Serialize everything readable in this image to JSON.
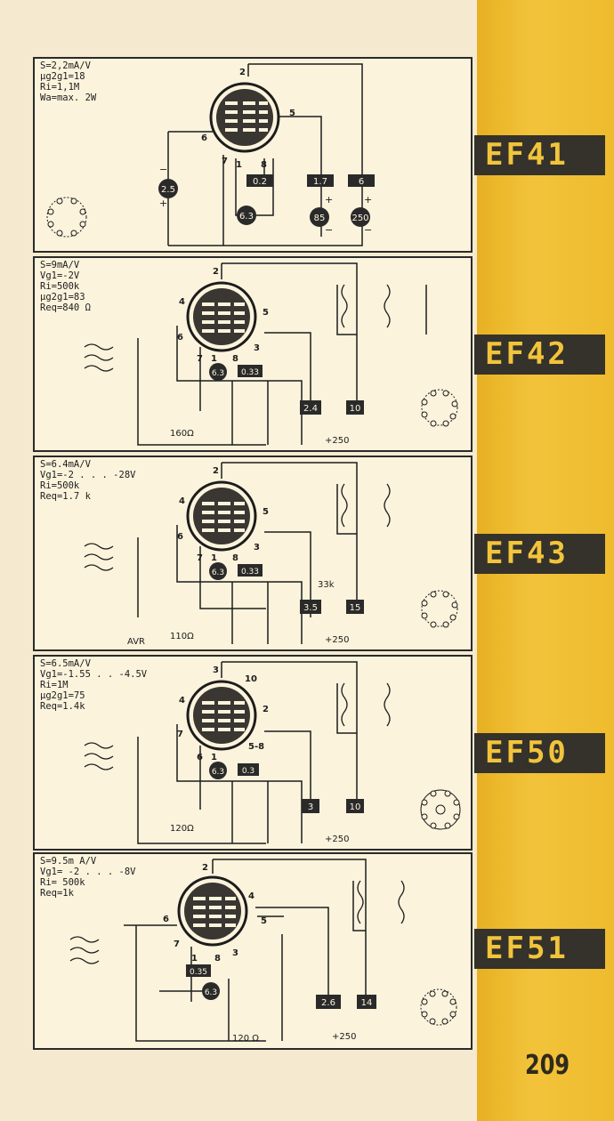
{
  "page_number": "209",
  "tubes": [
    {
      "type": "EF41",
      "specs": [
        "S=2,2mA/V",
        "μg2g1=18",
        "Ri=1,1M",
        "Wa=max. 2W"
      ],
      "pins": {
        "anode": "2",
        "g2": "5",
        "g1": "6",
        "k": "7",
        "f1": "1",
        "f2": "8"
      },
      "voltage_boxes": [
        "0.2",
        "1.7",
        "6"
      ],
      "circle_voltages": [
        "2.5",
        "6.3",
        "85",
        "250"
      ]
    },
    {
      "type": "EF42",
      "specs": [
        "S=9mA/V",
        "Vg1=-2V",
        "Ri=500k",
        "μg2g1=83",
        "Req=840 Ω"
      ],
      "pins": {
        "anode": "2",
        "g1": "4",
        "g2": "5",
        "k": "6",
        "f1": "7",
        "f2": "1",
        "g3": "8",
        "s": "3"
      },
      "heater": "6.3",
      "small_box": "0.33",
      "resistor": "160Ω",
      "voltage_boxes": [
        "2.4",
        "10"
      ],
      "supply": "+250"
    },
    {
      "type": "EF43",
      "specs": [
        "S=6.4mA/V",
        "Vg1=-2 . . . -28V",
        "Ri=500k",
        "Req=1.7 k"
      ],
      "pins": {
        "anode": "2",
        "g1": "4",
        "g2": "5",
        "k": "6",
        "f1": "7",
        "f2": "1",
        "g3": "8",
        "s": "3"
      },
      "heater": "6.3",
      "small_box": "0.33",
      "resistor": "110Ω",
      "screen_resistor": "33k",
      "avr_label": "AVR",
      "voltage_boxes": [
        "3.5",
        "15"
      ],
      "supply": "+250"
    },
    {
      "type": "EF50",
      "specs": [
        "S=6.5mA/V",
        "Vg1=-1.55 . . -4.5V",
        "Ri=1M",
        "μg2g1=75",
        "Req=1.4k"
      ],
      "pins": {
        "anode": "3",
        "g1": "4",
        "g2": "2",
        "k": "7",
        "f1": "6",
        "f2": "1",
        "g3": "5-8",
        "s": "10"
      },
      "heater": "6.3",
      "small_box": "0.3",
      "resistor": "120Ω",
      "voltage_boxes": [
        "3",
        "10"
      ],
      "supply": "+250"
    },
    {
      "type": "EF51",
      "specs": [
        "S=9.5m A/V",
        "Vg1= -2 . . . -8V",
        "Ri= 500k",
        "Req=1k"
      ],
      "pins": {
        "anode": "2",
        "g1": "6",
        "g2": "4",
        "g3": "5",
        "k": "7",
        "f1": "1",
        "f2": "8",
        "s": "3"
      },
      "heater": "6.3",
      "small_box": "0.35",
      "resistor": "120 Ω",
      "voltage_boxes": [
        "2.6",
        "14"
      ],
      "supply": "+250"
    }
  ],
  "colors": {
    "page": "#f5ead0",
    "strip": "#efbb2e",
    "tab": "#34322a",
    "tab_text": "#f2c43c",
    "ink": "#1c1c1c",
    "tube": "#3a3632"
  }
}
